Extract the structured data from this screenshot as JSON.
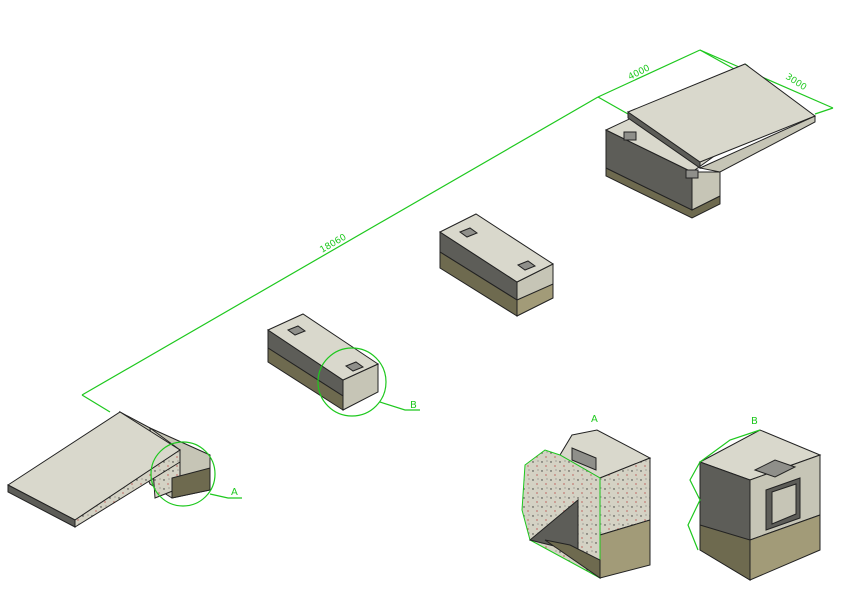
{
  "dimensions": {
    "total_length": "18060",
    "slab_length": "4000",
    "slab_width": "3000"
  },
  "details": {
    "detail_a_label": "A",
    "detail_b_label": "B",
    "callout_a_label": "A",
    "callout_b_label": "B"
  },
  "colors": {
    "dimension": "#1ec81e",
    "concrete": "#d9d8cc",
    "shadow": "#5d5d58",
    "footing": "#6e6a4f"
  }
}
